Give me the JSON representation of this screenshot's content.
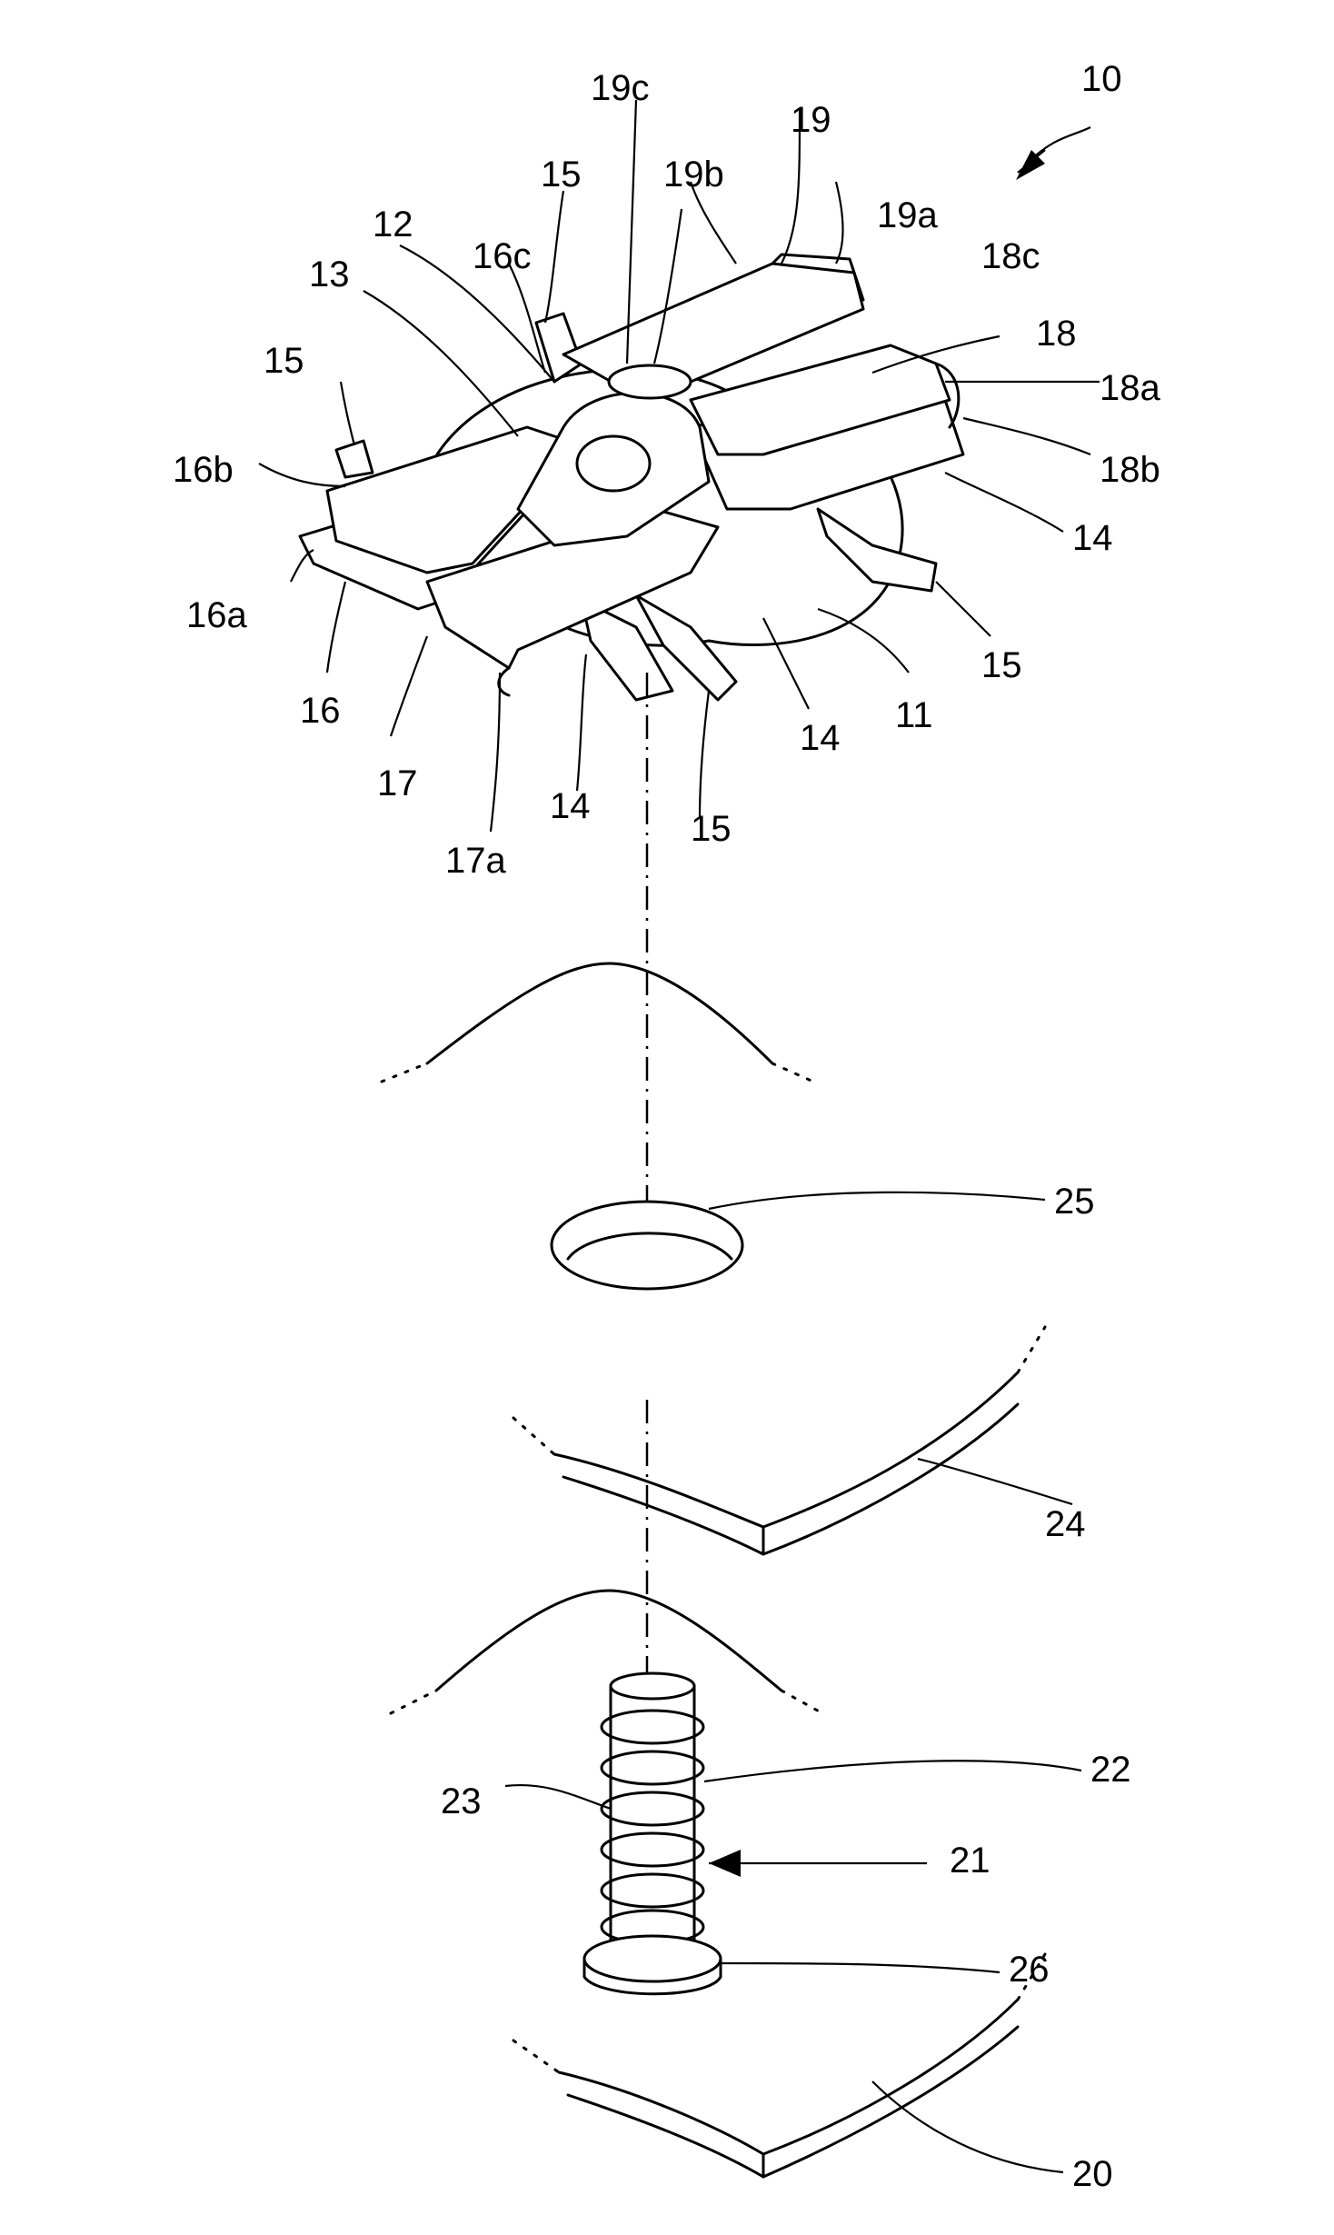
{
  "labels": {
    "l10": "10",
    "l11": "11",
    "l12": "12",
    "l13": "13",
    "l14a": "14",
    "l14b": "14",
    "l14c": "14",
    "l15a": "15",
    "l15b": "15",
    "l15c": "15",
    "l15d": "15",
    "l16": "16",
    "l16a": "16a",
    "l16b": "16b",
    "l16c": "16c",
    "l17": "17",
    "l17a": "17a",
    "l18": "18",
    "l18a": "18a",
    "l18b": "18b",
    "l18c": "18c",
    "l19": "19",
    "l19a": "19a",
    "l19b": "19b",
    "l19c": "19c",
    "l20": "20",
    "l21": "21",
    "l22": "22",
    "l23": "23",
    "l24": "24",
    "l25": "25",
    "l26": "26"
  }
}
